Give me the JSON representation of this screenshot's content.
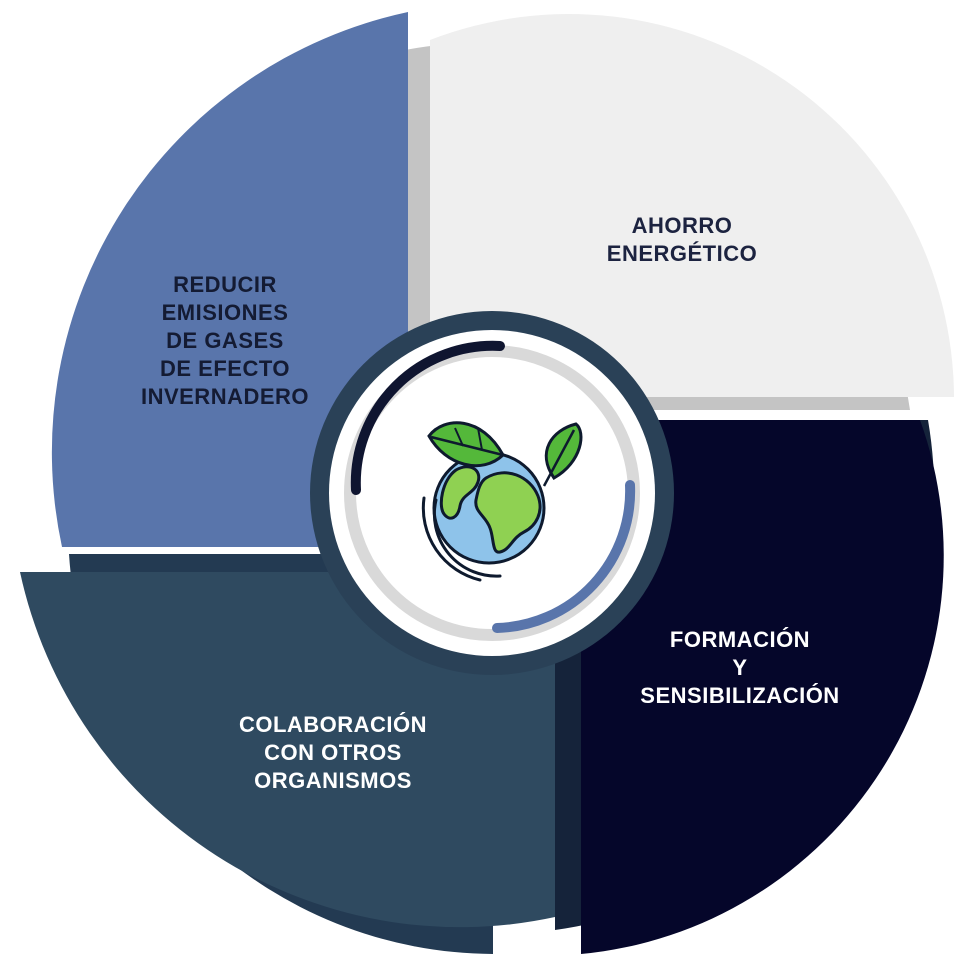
{
  "segments": [
    {
      "id": "reducir",
      "lines": [
        "REDUCIR",
        "EMISIONES",
        "DE GASES",
        "DE EFECTO",
        "INVERNADERO"
      ],
      "color": "#5975ab",
      "text_color": "#141b33"
    },
    {
      "id": "ahorro",
      "lines": [
        "AHORRO",
        "ENERGÉTICO"
      ],
      "color": "#efefef",
      "text_color": "#1c2340"
    },
    {
      "id": "formacion",
      "lines": [
        "FORMACIÓN",
        "Y",
        "SENSIBILIZACIÓN"
      ],
      "color": "#05062a",
      "text_color": "#ffffff"
    },
    {
      "id": "colaboracion",
      "lines": [
        "COLABORACIÓN",
        "CON OTROS",
        "ORGANISMOS"
      ],
      "color": "#2f4a60",
      "text_color": "#ffffff"
    }
  ],
  "center": {
    "icon": "earth-with-leaves-icon",
    "ring_color": "#2a4157"
  }
}
